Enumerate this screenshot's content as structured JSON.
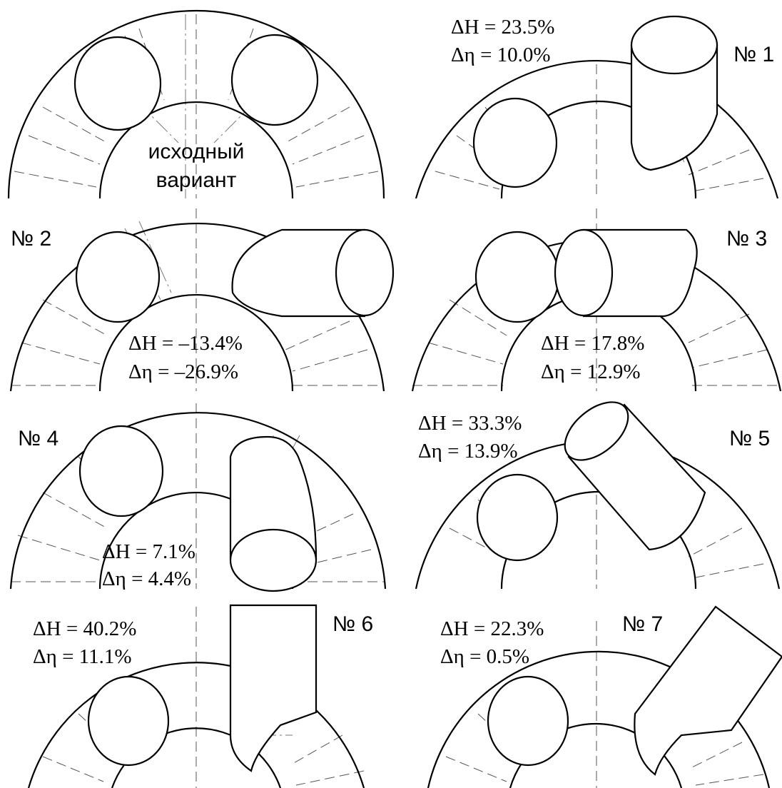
{
  "panels": [
    {
      "id": "base",
      "title": "исходный вариант",
      "caption_lines": [
        "исходный",
        "вариант"
      ]
    },
    {
      "id": "v1",
      "title": "№ 1",
      "dH": "ΔH = 23.5%",
      "deta": "Δη = 10.0%"
    },
    {
      "id": "v2",
      "title": "№ 2",
      "dH": "ΔH = –13.4%",
      "deta": "Δη = –26.9%"
    },
    {
      "id": "v3",
      "title": "№ 3",
      "dH": "ΔH = 17.8%",
      "deta": "Δη = 12.9%"
    },
    {
      "id": "v4",
      "title": "№ 4",
      "dH": "ΔH = 7.1%",
      "deta": "Δη = 4.4%"
    },
    {
      "id": "v5",
      "title": "№ 5",
      "dH": "ΔH = 33.3%",
      "deta": "Δη = 13.9%"
    },
    {
      "id": "v6",
      "title": "№ 6",
      "dH": "ΔH = 40.2%",
      "deta": "Δη = 11.1%"
    },
    {
      "id": "v7",
      "title": "№ 7",
      "dH": "ΔH = 22.3%",
      "deta": "Δη = 0.5%"
    }
  ]
}
